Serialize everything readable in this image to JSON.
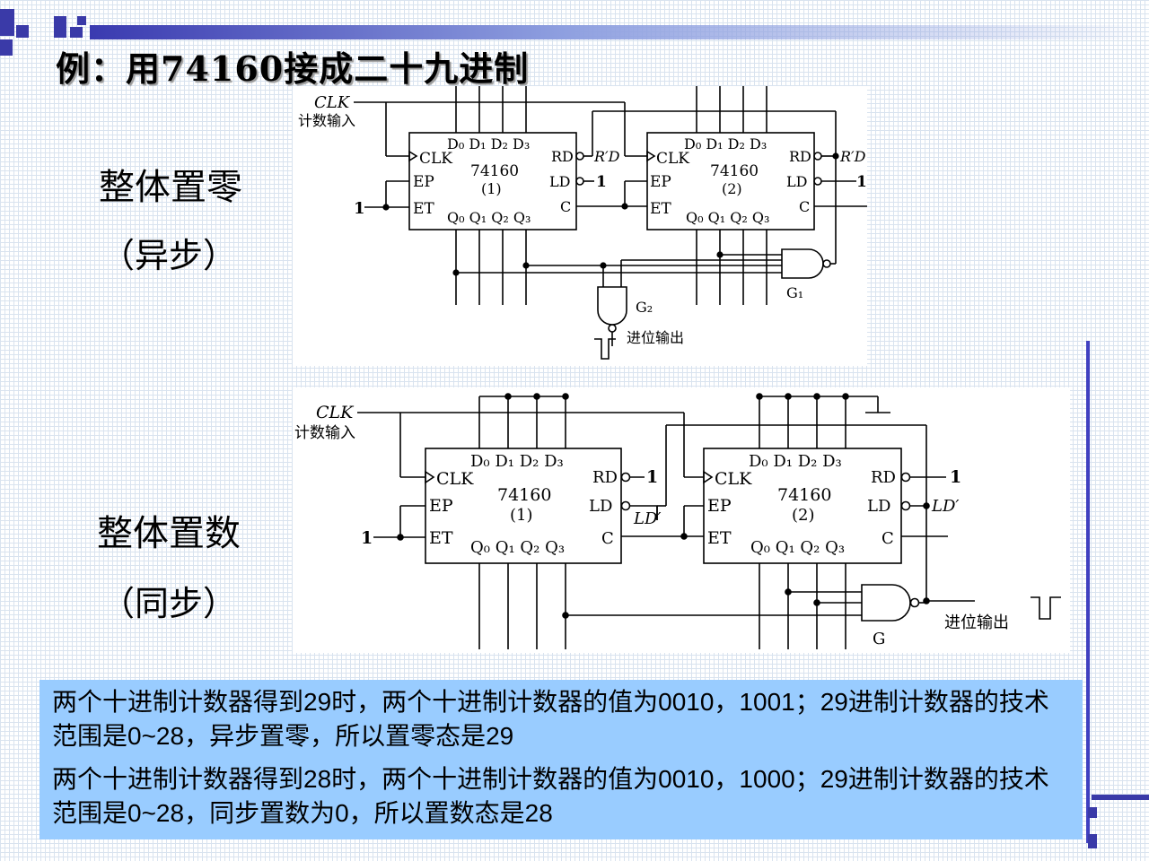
{
  "slide": {
    "title": "例：用74160接成二十九进制",
    "async_label": "整体置零",
    "async_sub": "（异步）",
    "sync_label": "整体置数",
    "sync_sub": "（同步）"
  },
  "diagram_async": {
    "clk_label": "CLK",
    "clk_input_label": "计数输入",
    "one_label": "1",
    "pins_top": "D₀ D₁ D₂ D₃",
    "pins_bottom": "Q₀ Q₁ Q₂ Q₃",
    "clk_pin": "CLK",
    "ep_pin": "EP",
    "et_pin": "ET",
    "rd_pin": "RD",
    "ld_pin": "LD",
    "c_pin": "C",
    "chip_name": "74160",
    "chip1_index": "(1)",
    "chip2_index": "(2)",
    "rd_prime_label": "R′D",
    "ld_one_label": "1",
    "gate1_label": "G₁",
    "gate2_label": "G₂",
    "carry_label": "进位输出"
  },
  "diagram_sync": {
    "clk_label": "CLK",
    "clk_input_label": "计数输入",
    "one_label": "1",
    "pins_top": "D₀ D₁ D₂ D₃",
    "pins_bottom": "Q₀ Q₁ Q₂ Q₃",
    "clk_pin": "CLK",
    "ep_pin": "EP",
    "et_pin": "ET",
    "rd_pin": "RD",
    "ld_pin": "LD",
    "c_pin": "C",
    "chip_name": "74160",
    "chip1_index": "(1)",
    "chip2_index": "(2)",
    "rd_one_label": "1",
    "ld_prime_label": "LD′",
    "gate_label": "G",
    "carry_label": "进位输出"
  },
  "notes": [
    "两个十进制计数器得到29时，两个十进制计数器的值为0010，1001；29进制计数器的技术范围是0~28，异步置零，所以置零态是29",
    "两个十进制计数器得到28时，两个十进制计数器的值为0010，1000；29进制计数器的技术范围是0~28，同步置数为0，所以置数态是28"
  ]
}
